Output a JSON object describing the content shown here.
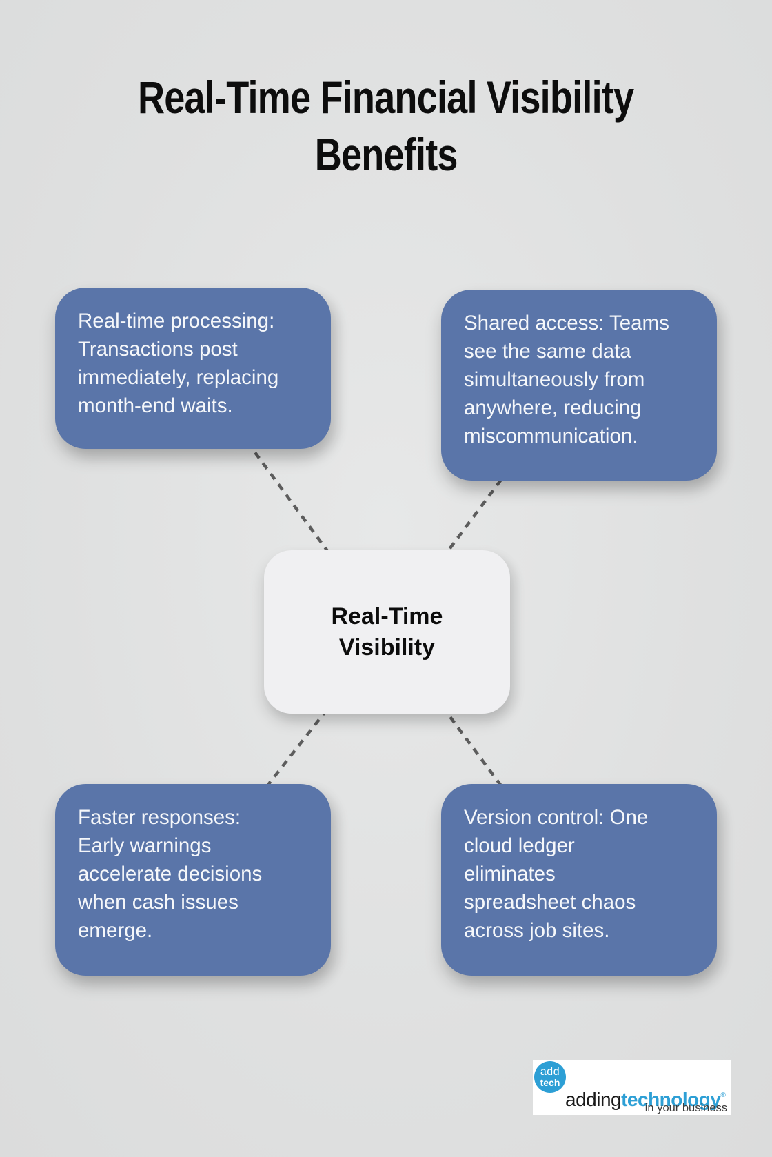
{
  "title": {
    "line1": "Real-Time Financial Visibility",
    "line2": "Benefits"
  },
  "center_node": {
    "line1": "Real-Time",
    "line2": "Visibility"
  },
  "nodes": {
    "top_left": {
      "text": "Real-time processing:\nTransactions post\nimmediately, replacing\nmonth-end waits."
    },
    "top_right": {
      "text": "Shared access: Teams\nsee the same data\nsimultaneously from\nanywhere, reducing\nmiscommunication."
    },
    "bottom_left": {
      "text": "Faster responses:\nEarly warnings\naccelerate decisions\nwhen cash issues\nemerge."
    },
    "bottom_right": {
      "text": "Version control: One\ncloud ledger\neliminates\nspreadsheet chaos\nacross job sites."
    }
  },
  "logo": {
    "circle_line1": "add",
    "circle_line2": "tech",
    "wordmark_black": "adding",
    "wordmark_blue": "technology",
    "registered": "®",
    "tagline": "in your business"
  },
  "colors": {
    "background": "#dfe0e0",
    "node_blue": "#5a75a9",
    "center_bg": "#f0f0f2",
    "dash": "#5d5d5d",
    "title_text": "#0d0d0d",
    "node_text": "#f5f7fa",
    "logo_blue": "#2d9fd5",
    "wordmark_black": "#1a1a1a",
    "tagline_gray": "#3a3a3a"
  }
}
